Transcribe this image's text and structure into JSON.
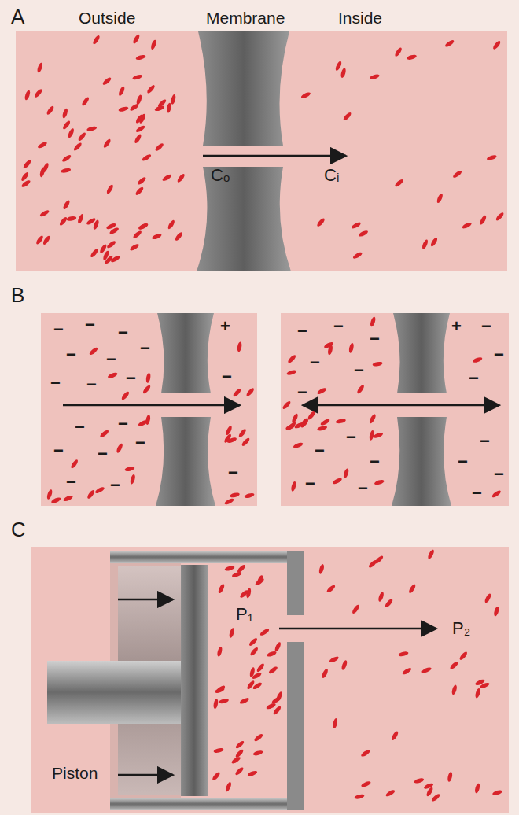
{
  "diagram": {
    "labels": [
      "A",
      "Outside",
      "Membrane",
      "Inside",
      "Cₒ",
      "Cᵢ",
      "B",
      "+",
      "−",
      "−",
      "−",
      "−",
      "−",
      "−",
      "−",
      "−",
      "−",
      "−",
      "−",
      "−",
      "−",
      "−",
      "−",
      "−",
      "−",
      "−",
      "+",
      "−",
      "−",
      "−",
      "−",
      "−",
      "−",
      "−",
      "−",
      "−",
      "−",
      "−",
      "−",
      "−",
      "−",
      "−",
      "−",
      "−",
      "−",
      "C",
      "P₁",
      "P₂",
      "Piston"
    ]
  }
}
